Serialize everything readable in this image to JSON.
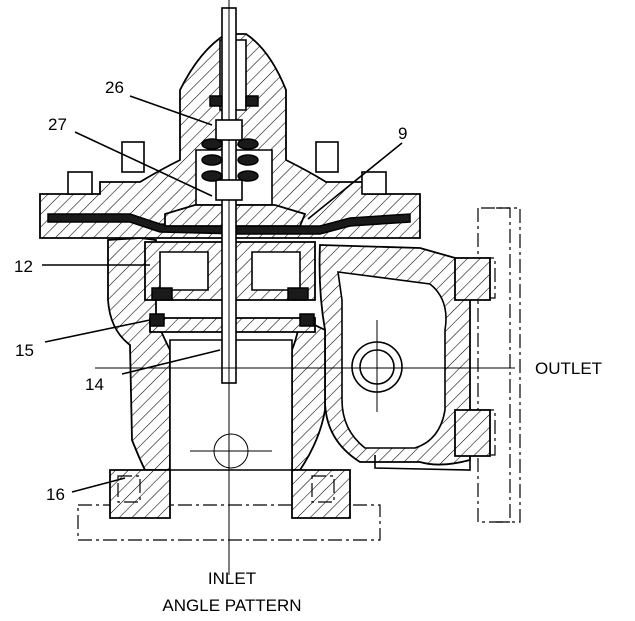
{
  "callouts": {
    "c26": "26",
    "c27": "27",
    "c9": "9",
    "c12": "12",
    "c15": "15",
    "c14": "14",
    "c16": "16"
  },
  "ports": {
    "outlet": "OUTLET",
    "inlet": "INLET"
  },
  "caption": "ANGLE PATTERN"
}
